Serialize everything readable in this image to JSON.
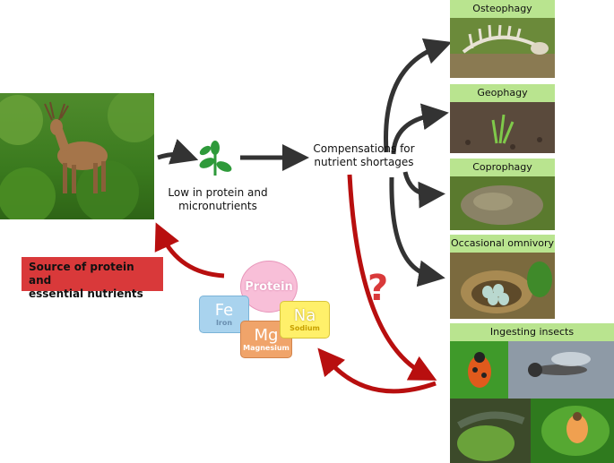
{
  "panels": {
    "osteophagy": "Osteophagy",
    "geophagy": "Geophagy",
    "coprophagy": "Coprophagy",
    "omnivory": "Occasional omnivory",
    "insects": "Ingesting insects"
  },
  "plant_caption_line1": "Low in protein and",
  "plant_caption_line2": "micronutrients",
  "compensation_line1": "Compensations for",
  "compensation_line2": "nutrient shortages",
  "question_mark": "?",
  "source_line1": "Source of protein and",
  "source_line2": "essential nutrients",
  "minerals": {
    "protein": "Protein",
    "fe_symbol": "Fe",
    "fe_name": "Iron",
    "na_symbol": "Na",
    "na_name": "Sodium",
    "mg_symbol": "Mg",
    "mg_name": "Magnesium"
  },
  "colors": {
    "panel_header": "#b9e48f",
    "red_arrow": "#b80f0f",
    "dark_arrow": "#333333",
    "red_box": "#d9393a",
    "protein": "#f8bfd8",
    "iron": "#a9d3ee",
    "sodium": "#fff06a",
    "magnesium": "#f0a46a"
  }
}
